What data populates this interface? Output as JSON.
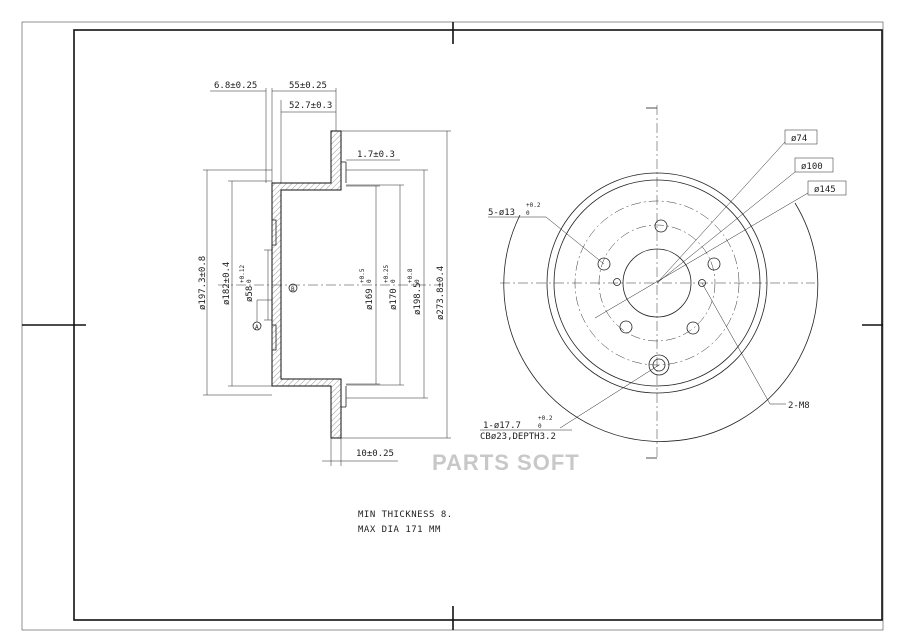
{
  "side_view": {
    "dim_hat_thickness": "6.8±0.25",
    "dim_overall_height": "55±0.25",
    "dim_hat_depth": "52.7±0.3",
    "dim_step": "1.7±0.3",
    "dim_d197": "ø197.3±0.8",
    "dim_d182": "ø182±0.4",
    "dim_d58": "ø58",
    "dim_d58_tol_upper": "+0.12",
    "dim_d58_tol_lower": "0",
    "dim_d169": "ø169",
    "dim_d169_tol_upper": "+0.5",
    "dim_d169_tol_lower": "0",
    "dim_d170": "ø170",
    "dim_d170_tol_upper": "+0.25",
    "dim_d170_tol_lower": "0",
    "dim_d198": "ø198.5",
    "dim_d198_tol_upper": "+0.8",
    "dim_d198_tol_lower": "0",
    "dim_d273": "ø273.8±0.4",
    "dim_disc_thickness": "10±0.25",
    "datum_a": "A",
    "datum_b": "B"
  },
  "front_view": {
    "label_d74": "ø74",
    "label_d100": "ø100",
    "label_d145": "ø145",
    "label_holes": "5-ø13",
    "label_holes_tol_upper": "+0.2",
    "label_holes_tol_lower": "0",
    "label_thread": "2-M8",
    "label_center_hole": "1-ø17.7",
    "label_center_hole_tol_upper": "+0.2",
    "label_center_hole_tol_lower": "0",
    "label_counterbore": "CBø23,DEPTH3.2"
  },
  "notes": {
    "line1": "MIN THICKNESS 8.",
    "line2": "MAX DIA 171 MM"
  },
  "watermark": "PARTS SOFT"
}
